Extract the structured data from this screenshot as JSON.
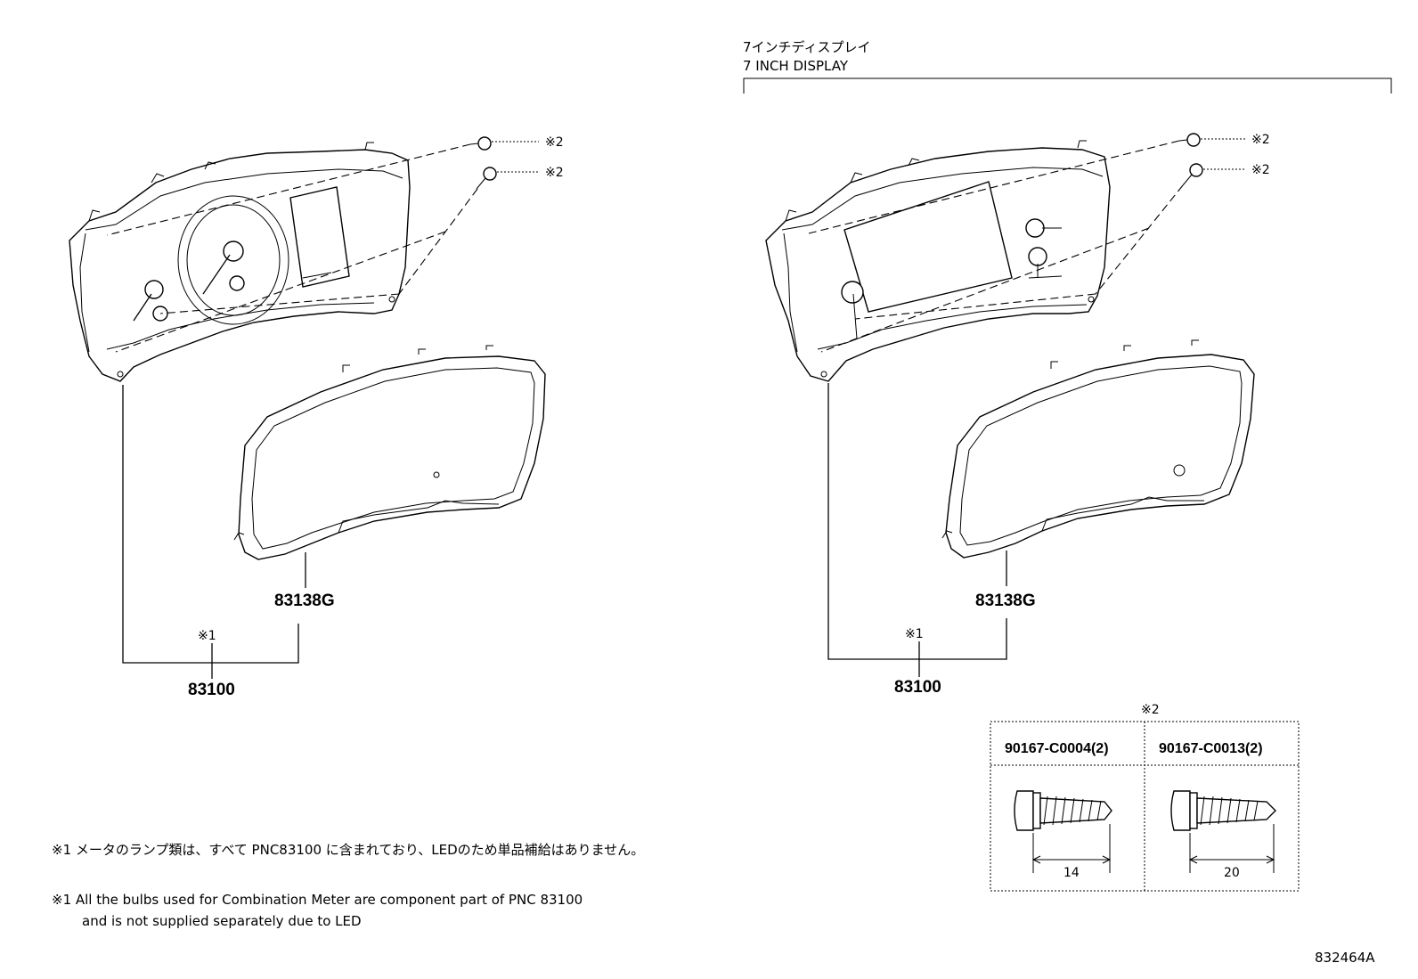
{
  "display_section": {
    "title_jp": "7インチディスプレイ",
    "title_en": "7 INCH DISPLAY"
  },
  "left_assembly": {
    "screw_note_a": "※2",
    "screw_note_b": "※2",
    "lens_part": "83138G",
    "bracket_note": "※1",
    "meter_part": "83100"
  },
  "right_assembly": {
    "screw_note_a": "※2",
    "screw_note_b": "※2",
    "lens_part": "83138G",
    "bracket_note": "※1",
    "meter_part": "83100"
  },
  "screw_table": {
    "note": "※2",
    "col1_part": "90167-C0004(2)",
    "col1_length": "14",
    "col2_part": "90167-C0013(2)",
    "col2_length": "20"
  },
  "notes": {
    "jp": "※1 メータのランプ類は、すべて PNC83100 に含まれており、LEDのため単品補給はありません。",
    "en_line1": "※1 All the bulbs used for Combination Meter are component part of PNC 83100",
    "en_line2": "and is not supplied separately due to LED"
  },
  "figure_id": "832464A"
}
